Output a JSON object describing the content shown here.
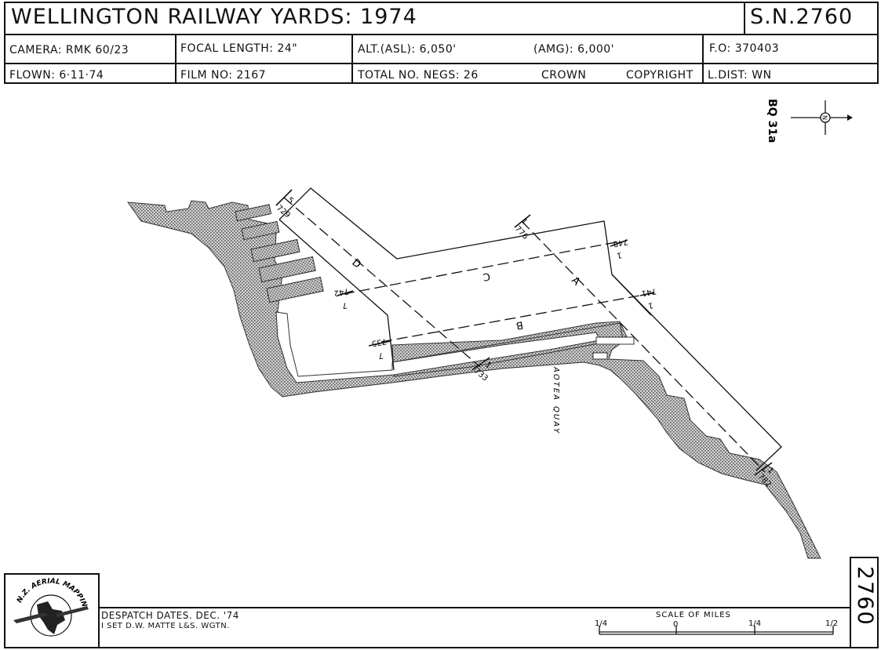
{
  "header": {
    "title": "WELLINGTON  RAILWAY YARDS",
    "year": ": 1974",
    "sheet_no": "S.N.2760",
    "camera": "CAMERA: RMK 60/23",
    "focal_length": "FOCAL  LENGTH: 24\"",
    "alt_asl": "ALT.(ASL): 6,050'",
    "amg": "(AMG): 6,000'",
    "fo": "F.O: 370403",
    "flown": "FLOWN: 6·11·74",
    "film_no": "FILM  NO: 2167",
    "total_negs": "TOTAL  NO.  NEGS: 26",
    "crown": "CROWN",
    "copyright": "COPYRIGHT",
    "l_dist": "L.DIST: WN"
  },
  "map": {
    "sheet_ref": "BQ 31a",
    "north_label": "N",
    "runs": [
      "A",
      "B",
      "C",
      "D"
    ],
    "run_ends": [
      "5",
      "729",
      "1",
      "776",
      "1",
      "748",
      "7",
      "742",
      "1",
      "741",
      "7",
      "735",
      "1",
      "733",
      "1",
      "782"
    ],
    "street_name_1": "AOTEA",
    "street_name_2": "QUAY",
    "land_fill_color": "#b8b8b8",
    "line_color": "#111111"
  },
  "footer": {
    "logo_text": "N.Z. AERIAL MAPPING",
    "despatch": "DESPATCH  DATES. DEC. '74",
    "set_info": "I SET  D.W.  MATTE  L&S.  WGTN.",
    "scale_label": "SCALE      OF      MILES",
    "scale_ticks": [
      "1/4",
      "0",
      "1/4",
      "1/2"
    ],
    "side_number": "2760"
  }
}
